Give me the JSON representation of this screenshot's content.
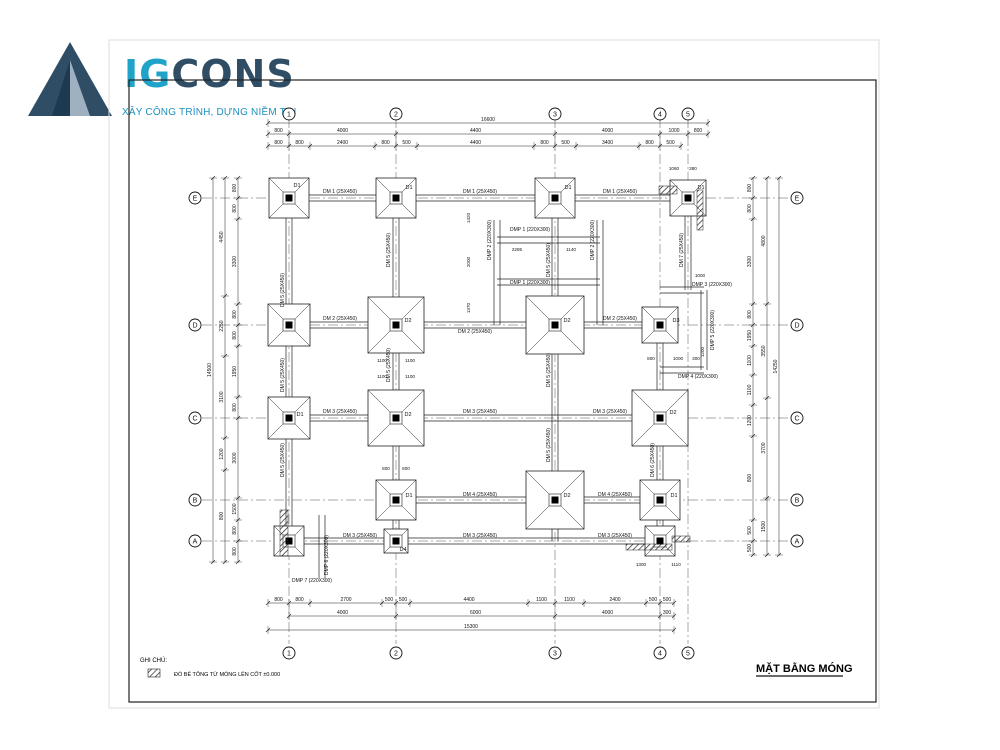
{
  "brand": {
    "name_prefix": "IG",
    "name_rest": "CONS",
    "tagline": "XÂY CÔNG TRÌNH, DỰNG NIỀM TIN",
    "colors": {
      "dark": "#2f4e66",
      "accent": "#1fa3c8"
    }
  },
  "drawing": {
    "title": "MẶT BẰNG MÓNG",
    "legend_title": "GHI CHÚ:",
    "legend_text": "ĐỔ BÊ TÔNG TỪ MÓNG LÊN CỐT ±0.000",
    "grid_columns": [
      "1",
      "2",
      "3",
      "4",
      "5"
    ],
    "grid_rows": [
      "E",
      "D",
      "C",
      "B",
      "A"
    ],
    "top_dims_overall": "16600",
    "top_dims_row2": [
      "800",
      "4000",
      "4400",
      "4000",
      "1000",
      "800"
    ],
    "top_dims_row3": [
      "800",
      "800",
      "2400",
      "800",
      "500",
      "4400",
      "800",
      "500",
      "3400",
      "800",
      "500"
    ],
    "bottom_dims_row1": [
      "800",
      "800",
      "2700",
      "500",
      "500",
      "4400",
      "1100",
      "1100",
      "2400",
      "500",
      "500"
    ],
    "bottom_dims_row2": [
      "4000",
      "6000",
      "4000",
      "300"
    ],
    "bottom_dims_overall": "15300",
    "left_dims_outer": "14500",
    "left_dims_mid": [
      "4450",
      "2250",
      "3100",
      "1200",
      "800"
    ],
    "left_dims_inner": [
      "800",
      "800",
      "3300",
      "800",
      "800",
      "1950",
      "800",
      "3000",
      "1500",
      "800",
      "800"
    ],
    "right_dims_outer": "14250",
    "right_dims_mid": [
      "4800",
      "3550",
      "3700",
      "1500"
    ],
    "right_dims_inner": [
      "800",
      "800",
      "3300",
      "800",
      "1950",
      "1100",
      "1100",
      "1200",
      "800",
      "500",
      "500"
    ],
    "beam_labels": {
      "dm1": "DM 1 (25X450)",
      "dm2": "DM 2 (25X450)",
      "dm3": "DM 3 (25X450)",
      "dm4": "DM 4 (25X450)",
      "dm5": "DM 5 (25X450)",
      "dm6": "DM 6 (25X450)",
      "dm7": "DM 7 (25X450)",
      "dmp1": "DMP 1 (220X300)",
      "dmp2": "DMP 2 (220X300)",
      "dmp3": "DMP 3 (220X300)",
      "dmp4": "DMP 4 (220X300)",
      "dmp5": "DMP 5 (220X300)",
      "dmp6": "DMP 6 (220X300)",
      "dmp7": "DMP 7 (220X300)"
    },
    "footing_labels": {
      "d1": "D1",
      "d2": "D2",
      "d3": "D3",
      "d4": "D4"
    },
    "small_dims": [
      "1100",
      "1100",
      "1100",
      "1100",
      "800",
      "800",
      "1300",
      "1110",
      "1060",
      "380",
      "2285",
      "1140",
      "1420",
      "2000",
      "1370",
      "1000",
      "1200",
      "800",
      "1000",
      "300"
    ]
  }
}
